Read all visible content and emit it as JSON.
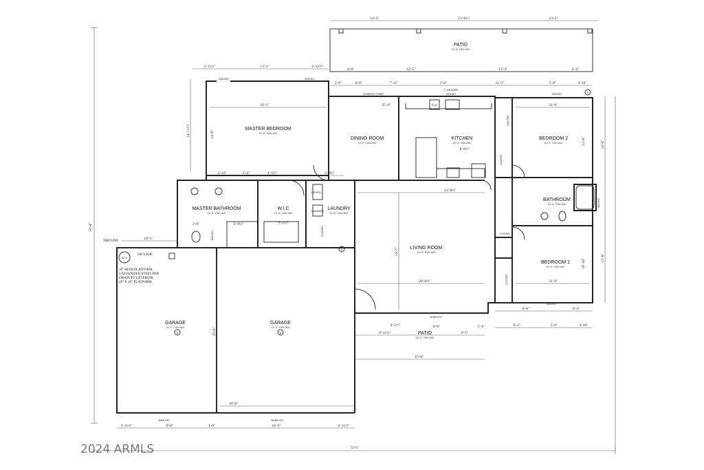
{
  "watermark": "2024 ARMLS",
  "rooms": {
    "patio_top": {
      "name": "PATIO",
      "ceiling": "10'-0\" CEILING"
    },
    "master_bedroom": {
      "name": "MASTER BEDROOM",
      "ceiling": "10'-0\" CEILING"
    },
    "dining_room": {
      "name": "DINING ROOM",
      "ceiling": "10'-0\" CEILING"
    },
    "kitchen": {
      "name": "KITCHEN",
      "ceiling": "10'-0\" CEILING"
    },
    "bedroom2": {
      "name": "BEDROOM 2",
      "ceiling": "10'-0\" CEILING"
    },
    "master_bathroom": {
      "name": "MASTER BATHROOM",
      "ceiling": "10'-0\" CEILING"
    },
    "wic": {
      "name": "W.I.C",
      "ceiling": "10'-0\" CEILING"
    },
    "laundry": {
      "name": "LAUNDRY",
      "ceiling": "10'-0\" CEILING"
    },
    "bathroom": {
      "name": "BATHROOM",
      "ceiling": "10'-0\" CEILING"
    },
    "living_room": {
      "name": "LIVING ROOM",
      "ceiling": "10'-0\" CEILING"
    },
    "bedroom1": {
      "name": "BEDROOM 1",
      "ceiling": "10'-0\" CEILING"
    },
    "garage_left": {
      "name": "GARAGE",
      "ceiling": "10'-0\" CEILING"
    },
    "garage_right": {
      "name": "GARAGE",
      "ceiling": "10'-0\" CEILING"
    },
    "patio_front": {
      "name": "PATIO",
      "ceiling": "10'-0\" CEILING"
    }
  },
  "labels": {
    "dryer": "DRYER",
    "washer": "WASHER",
    "dw": "D.W.",
    "pantry": "PANTRY",
    "closet_a": "CLOSET",
    "closet_b": "CLOSET",
    "closet_c": "CLOSET",
    "closet_d": "CLOSET",
    "tp_line": "T&P LINE",
    "sw_loop": "SW LOOP",
    "bench": "BENCH",
    "wh": "W.H.",
    "header": "7' HEADER",
    "door_slider": "6008SGD TEMP",
    "win_kitchen": "3030XO",
    "win_bed2": "3020XO",
    "win_mb_1": "3050SH",
    "win_mb_2": "3050SH",
    "win_bath": "3020XO",
    "win_bed1": "3020XO",
    "win_living": "8050XOX",
    "gd_left": "9080 GD",
    "gd_right": "16080 GD",
    "marker_a": "A",
    "marker_b": "B",
    "marker_c": "C"
  },
  "notes": [
    "18\" HIGH PLATFORM",
    "GALVANIZED STEEL PAN",
    "DRAIN TO EXTERIOR",
    "28\" X 28\" PLATFORM"
  ],
  "dims": {
    "top_1": "13'-3\"",
    "top_2": "13'-0½\"",
    "top_3": "13'-3\"",
    "row2_1": "6'-0\"",
    "row2_2": "12'-5\"",
    "row2_3": "15'-3\"",
    "row2_4": "6'-4\"",
    "row3_1": "3'-0\"",
    "row3_2": "6'-0\"",
    "row3_3": "7'-11\"",
    "row3_4": "3'-0\"",
    "row3_5": "11'-3\"",
    "row3_6": "5'-0\"",
    "row3_7": "3'-10\"",
    "mb_top_1": "2'-11½\"",
    "mb_top_2": "13'-1\"",
    "mb_top_3": "2'-11½\"",
    "mb_width": "18'-1\"",
    "mb_height": "14'-6\"",
    "mb_left": "14'-11½\"",
    "kitchen_w": "25'-0\"",
    "kitchen_in": "8'-6½\"",
    "bed2_w": "11'-9\"",
    "bed2_h": "12'-6\"",
    "right_h1": "14'-6\"",
    "right_h2": "13'-8\"",
    "living_w": "20'-6½\"",
    "living_h": "19'-7\"",
    "living_top": "12'-6½\"",
    "bed1_w": "11'-9\"",
    "bed1_h": "10'-10\"",
    "garage_depth": "25'-0\"",
    "garage_w": "20'-6\"",
    "overall_w": "72'-5\"",
    "overall_h": "56'-8\"",
    "bot_1": "3'-11½\"",
    "bot_2": "9'-0\"",
    "bot_3": "3'-6\"",
    "bot_4": "16'-0\"",
    "bot_5": "3'-11½\"",
    "front_1": "19'-0\"",
    "front_2": "9'-11½\"",
    "front_3": "9'-1\"",
    "wic_w": "7'-1½\"",
    "mbath_1": "3'-0\"",
    "mbath_2": "6'-0½\"",
    "line_1": "10'-5\"",
    "bed_bot_1": "8'-8\"",
    "bed_bot_2": "6'-4\"",
    "bed_bot_3": "6'-2\"",
    "bed_bot_4": "5'-0\"",
    "bed_bot_5": "3'-10\"",
    "front_patio_1": "4'-5½\"",
    "front_patio_2": "8'-0\"",
    "front_patio_3": "5'-1\"",
    "mid_1": "4'-10\"",
    "mid_2": "2'-6\"",
    "mid_3": "4'-5½\"",
    "mid_4": "2'-3½\""
  }
}
